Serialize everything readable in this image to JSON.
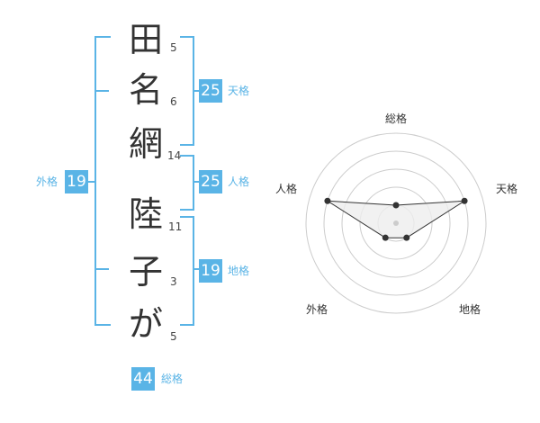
{
  "name_chars": [
    {
      "char": "田",
      "strokes": "5"
    },
    {
      "char": "名",
      "strokes": "6"
    },
    {
      "char": "網",
      "strokes": "14"
    },
    {
      "char": "陸",
      "strokes": "11"
    },
    {
      "char": "子",
      "strokes": "3"
    },
    {
      "char": "が",
      "strokes": "5"
    }
  ],
  "kakusu": {
    "tenkaku": {
      "value": "25",
      "label": "天格"
    },
    "jinkaku": {
      "value": "25",
      "label": "人格"
    },
    "chikaku": {
      "value": "19",
      "label": "地格"
    },
    "gaikaku": {
      "value": "19",
      "label": "外格"
    },
    "soukaku": {
      "value": "44",
      "label": "総格"
    }
  },
  "radar": {
    "axes": [
      "総格",
      "天格",
      "地格",
      "外格",
      "人格"
    ],
    "values": [
      1,
      4,
      1,
      1,
      4
    ],
    "max": 5,
    "colors": {
      "grid": "#cccccc",
      "fill": "#eeeeee",
      "line": "#333333",
      "point": "#333333"
    }
  },
  "colors": {
    "accent": "#5ab4e6"
  }
}
